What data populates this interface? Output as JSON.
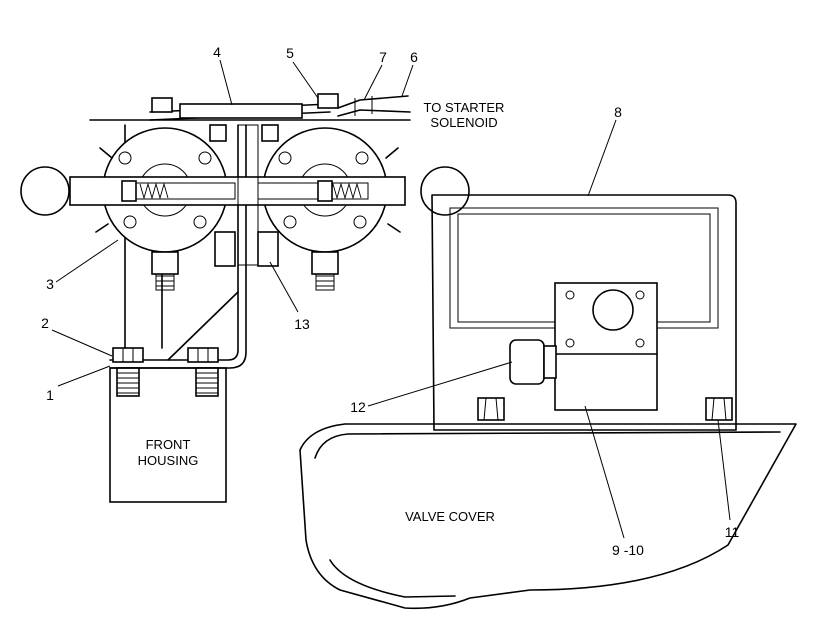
{
  "labels": {
    "to_starter_line1": "TO STARTER",
    "to_starter_line2": "SOLENOID",
    "front_housing_line1": "FRONT",
    "front_housing_line2": "HOUSING",
    "valve_cover": "VALVE COVER"
  },
  "callouts": {
    "c1": "1",
    "c2": "2",
    "c3": "3",
    "c4": "4",
    "c5": "5",
    "c6": "6",
    "c7": "7",
    "c8": "8",
    "c9_10": "9 -10",
    "c11": "11",
    "c12": "12",
    "c13": "13"
  }
}
